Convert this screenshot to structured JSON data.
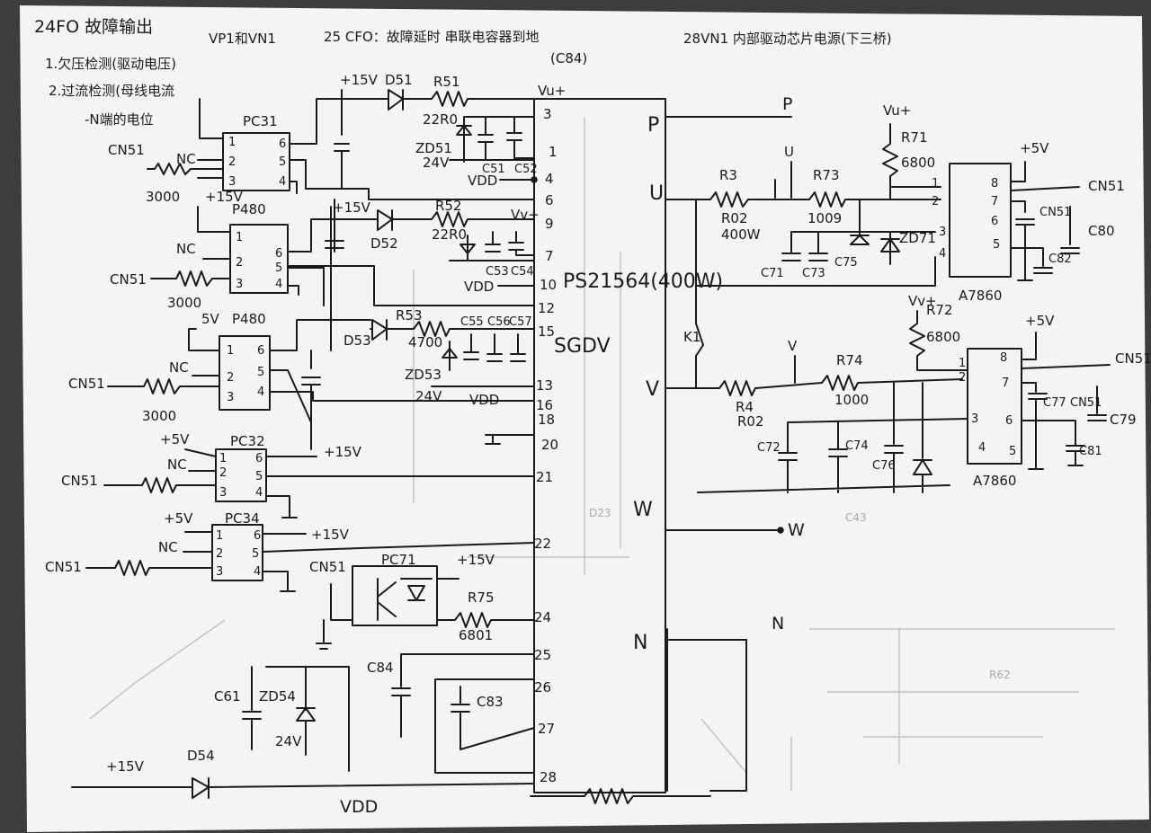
{
  "notes": {
    "line1_a": "24FO 故障输出",
    "line1_b": "VP1和VN1",
    "line1_c": "25 CFO：故障延时 串联电容器到地",
    "line1_d": "(C84)",
    "line1_e": "28VN1 内部驱动芯片电源(下三桥)",
    "line2": "1.欠压检测(驱动电压)",
    "line3": "2.过流检测(母线电流",
    "line4": "-N端的电位"
  },
  "ic_main": {
    "name": "PS21564(400W)",
    "sub": "SGDV",
    "pins": [
      "3",
      "1",
      "4",
      "6",
      "9",
      "7",
      "10",
      "12",
      "15",
      "13",
      "16",
      "18",
      "20",
      "21",
      "22",
      "24",
      "25",
      "26",
      "27",
      "28"
    ],
    "outputs": [
      "P",
      "U",
      "V",
      "W",
      "N"
    ]
  },
  "supplies": {
    "p15": "+15V",
    "p5": "+5V",
    "p5b": "5V",
    "vdd": "VDD",
    "vup": "Vu+",
    "vvp": "Vv+"
  },
  "optos": [
    "PC31",
    "P480",
    "P480",
    "PC32",
    "PC34",
    "PC71"
  ],
  "labels": {
    "nc": "NC",
    "cn": "CN51",
    "r3000": "3000",
    "d51": "D51",
    "r51": "R51",
    "r22a": "22R0",
    "zd51": "ZD51",
    "v24": "24V",
    "c51": "C51",
    "c52": "C52",
    "d52": "D52",
    "r52": "R52",
    "r22b": "22R0",
    "c53": "C53",
    "c54": "C54",
    "d53": "D53",
    "r53": "R53",
    "r4700": "4700",
    "c55": "C55",
    "c56": "C56",
    "c57": "C57",
    "zd53": "ZD53",
    "r75": "R75",
    "r6801": "6801",
    "c84": "C84",
    "c83": "C83",
    "c61": "C61",
    "zd54": "ZD54",
    "d54": "D54",
    "r3": "R3",
    "r02": "R02",
    "w400": "400W",
    "r73": "R73",
    "r1009": "1009",
    "r71": "R71",
    "r6800": "6800",
    "zd71": "ZD71",
    "c71": "C71",
    "c73": "C73",
    "c75": "C75",
    "c80": "C80",
    "c82": "C82",
    "a7860": "A7860",
    "k1": "K1",
    "r4": "R4",
    "r74": "R74",
    "r1000": "1000",
    "r72": "R72",
    "c72": "C72",
    "c74": "C74",
    "c76": "C76",
    "c77": "C77",
    "c79": "C79",
    "c81": "C81",
    "u": "U",
    "v": "V",
    "w": "W",
    "n": "N",
    "p": "P",
    "pin1": "1",
    "pin2": "2",
    "pin3": "3",
    "pin4": "4",
    "pin5": "5",
    "pin6": "6",
    "pin7": "7",
    "pin8": "8"
  },
  "colors": {
    "paper": "#f4f4f2",
    "ink": "#1a1a1a",
    "background": "#3d3d3d"
  }
}
